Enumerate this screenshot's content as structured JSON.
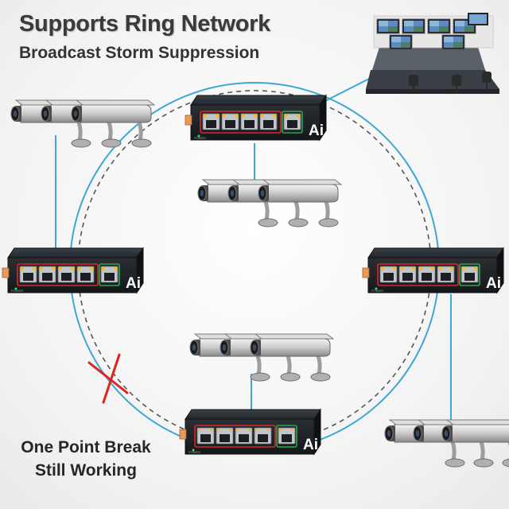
{
  "header": {
    "title": "Supports Ring Network",
    "subtitle": "Broadcast Storm Suppression"
  },
  "caption": {
    "line1": "One Point Break",
    "line2": "Still Working"
  },
  "switch": {
    "brand": "Ai",
    "power_label": "POWER"
  },
  "colors": {
    "link_blue": "#3fa7d6",
    "ring_dash": "#555555",
    "break_red": "#e0231c",
    "switch_body": "#1f2429"
  }
}
